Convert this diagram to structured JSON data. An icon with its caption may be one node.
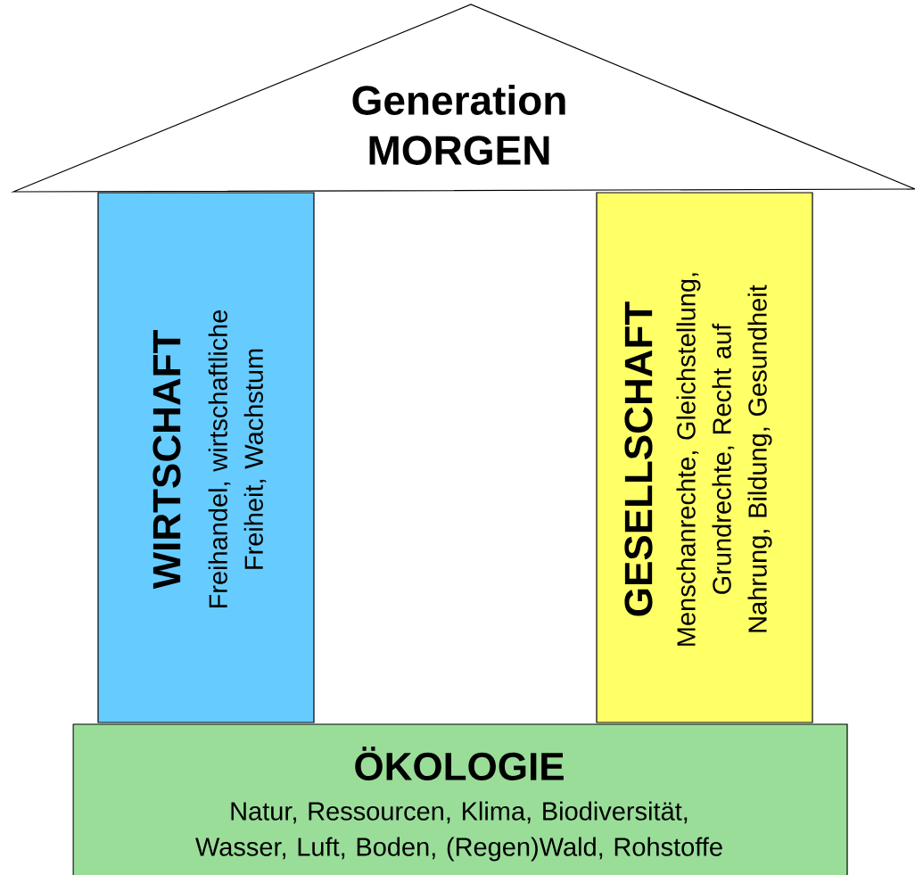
{
  "diagram": {
    "nodes": [
      {
        "text": [
          "Generation MORGEN"
        ]
      },
      {
        "text": [
          "WIRTSCHAFT",
          "Freihandel, wirtschaftliche Freiheit, Wachstum"
        ]
      },
      {
        "text": [
          "GESELLSCHAFT",
          "Menschanrechte, Gleichstellung, Grundrechte, Recht auf Nahrung, Bildung, Gesundheit"
        ]
      },
      {
        "text": [
          "ÖKOLOGIE",
          "Natur, Ressourcen, Klima, Biodiversität, Wasser, Luft, Boden, (Regen)Wald, Rohstoffe"
        ]
      }
    ],
    "edges": []
  }
}
